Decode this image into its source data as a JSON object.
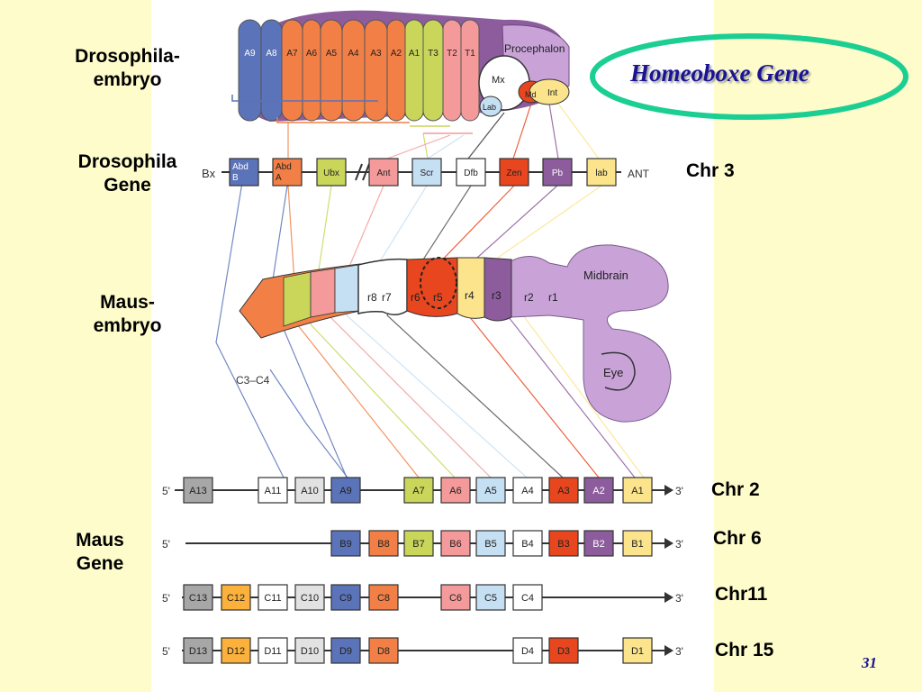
{
  "title": "Homeoboxe Gene",
  "page_number": "31",
  "labels": {
    "drosophila_embryo": [
      "Drosophila-",
      "embryo"
    ],
    "drosophila_gene": [
      "Drosophila",
      "Gene"
    ],
    "mouse_embryo": [
      "Maus-",
      "embryo"
    ],
    "mouse_gene": [
      "Maus",
      "Gene"
    ]
  },
  "drosophila_segments": [
    "A9",
    "A8",
    "A7",
    "A6",
    "A5",
    "A4",
    "A3",
    "A2",
    "A1",
    "T3",
    "T2",
    "T1"
  ],
  "drosophila_head": {
    "procephalon": "Procephalon",
    "mx": "Mx",
    "md": "Md",
    "lab": "Lab",
    "int": "Int"
  },
  "drosophila_chromosome": {
    "name": "Chr 3",
    "left_label": "Bx",
    "right_label": "ANT",
    "genes": [
      "Abd B",
      "Abd A",
      "Ubx",
      "Ant",
      "Scr",
      "Dfb",
      "Zen",
      "Pb",
      "lab"
    ],
    "gene_lines": [
      [
        "Abd",
        "B"
      ],
      [
        "Abd",
        "A"
      ],
      [
        "Ubx"
      ],
      [
        "Ant"
      ],
      [
        "Scr"
      ],
      [
        "Dfb"
      ],
      [
        "Zen"
      ],
      [
        "Pb"
      ],
      [
        "lab"
      ]
    ]
  },
  "mouse_embryo": {
    "rhombomeres": [
      "r8",
      "r7",
      "r6",
      "r5",
      "r4",
      "r3",
      "r2",
      "r1"
    ],
    "midbrain": "Midbrain",
    "eye": "Eye",
    "c3c4": "C3–C4"
  },
  "mouse_clusters": [
    {
      "chr": "Chr 2",
      "five": "5'",
      "three": "3'",
      "genes": [
        "A13",
        "A11",
        "A10",
        "A9",
        "A7",
        "A6",
        "A5",
        "A4",
        "A3",
        "A2",
        "A1"
      ]
    },
    {
      "chr": "Chr 6",
      "five": "5'",
      "three": "3'",
      "genes": [
        "B9",
        "B8",
        "B7",
        "B6",
        "B5",
        "B4",
        "B3",
        "B2",
        "B1"
      ]
    },
    {
      "chr": "Chr11",
      "five": "5'",
      "three": "3'",
      "genes": [
        "C13",
        "C12",
        "C11",
        "C10",
        "C9",
        "C8",
        "C6",
        "C5",
        "C4"
      ]
    },
    {
      "chr": "Chr 15",
      "five": "5'",
      "three": "3'",
      "genes": [
        "D13",
        "D12",
        "D11",
        "D10",
        "D9",
        "D8",
        "D4",
        "D3",
        "D1"
      ]
    }
  ],
  "colors": {
    "abdB": "#5b73b8",
    "abdA": "#f28046",
    "ubx": "#c9d65a",
    "ant": "#f59a9a",
    "scr": "#c5dff3",
    "dfb": "#ffffff",
    "zen": "#e8461e",
    "pb": "#8c5c9c",
    "lab": "#fbe48c",
    "grey": "#a7a7a7",
    "orange2": "#fbb13c",
    "light": "#e2e2e2",
    "midbrain": "#c9a3d8",
    "title": "#1a1393",
    "ellipse": "#1bcf92"
  }
}
